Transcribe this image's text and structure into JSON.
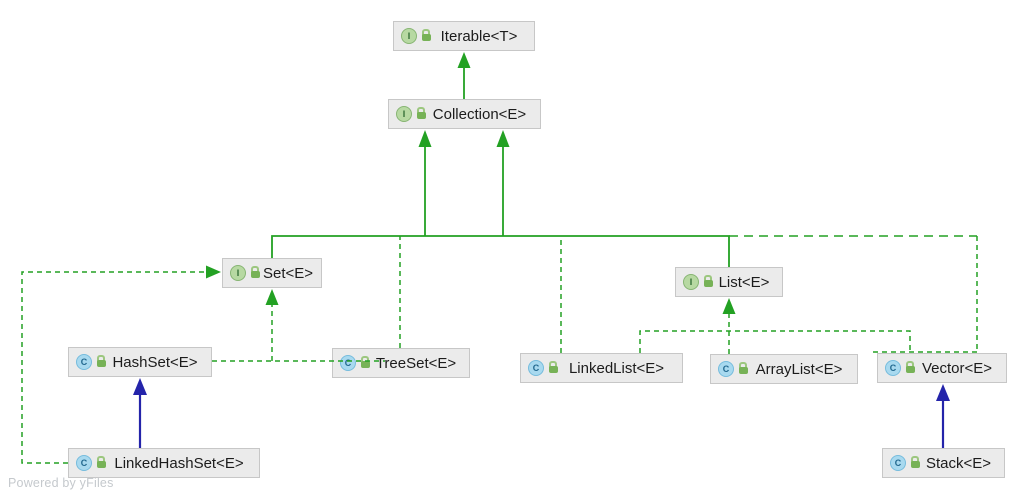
{
  "diagram": {
    "watermark": "Powered by yFiles",
    "icons": {
      "interface_letter": "I",
      "class_letter": "C"
    },
    "colors": {
      "interface_edge": "#23a123",
      "class_edge": "#2424aa",
      "node_fill": "#ebebeb",
      "node_border": "#c7c7c7",
      "interface_icon": "#b7d9a2",
      "class_icon": "#a8d9ef"
    },
    "nodes": [
      {
        "id": "iterable",
        "label": "Iterable<T>",
        "kind": "interface"
      },
      {
        "id": "collection",
        "label": "Collection<E>",
        "kind": "interface"
      },
      {
        "id": "set",
        "label": "Set<E>",
        "kind": "interface"
      },
      {
        "id": "list",
        "label": "List<E>",
        "kind": "interface"
      },
      {
        "id": "hashset",
        "label": "HashSet<E>",
        "kind": "class"
      },
      {
        "id": "treeset",
        "label": "TreeSet<E>",
        "kind": "class"
      },
      {
        "id": "linkedlist",
        "label": "LinkedList<E>",
        "kind": "class"
      },
      {
        "id": "arraylist",
        "label": "ArrayList<E>",
        "kind": "class"
      },
      {
        "id": "vector",
        "label": "Vector<E>",
        "kind": "class"
      },
      {
        "id": "linkedhashset",
        "label": "LinkedHashSet<E>",
        "kind": "class"
      },
      {
        "id": "stack",
        "label": "Stack<E>",
        "kind": "class"
      }
    ],
    "edges": [
      {
        "from": "Collection<E>",
        "to": "Iterable<T>",
        "type": "extends"
      },
      {
        "from": "Set<E>",
        "to": "Collection<E>",
        "type": "extends"
      },
      {
        "from": "List<E>",
        "to": "Collection<E>",
        "type": "extends"
      },
      {
        "from": "TreeSet<E>",
        "to": "Collection<E>",
        "type": "implements"
      },
      {
        "from": "LinkedList<E>",
        "to": "Collection<E>",
        "type": "implements"
      },
      {
        "from": "Vector<E>",
        "to": "Collection<E>",
        "type": "implements"
      },
      {
        "from": "HashSet<E>",
        "to": "Set<E>",
        "type": "implements"
      },
      {
        "from": "TreeSet<E>",
        "to": "Set<E>",
        "type": "implements"
      },
      {
        "from": "LinkedHashSet<E>",
        "to": "Set<E>",
        "type": "implements"
      },
      {
        "from": "LinkedList<E>",
        "to": "List<E>",
        "type": "implements"
      },
      {
        "from": "ArrayList<E>",
        "to": "List<E>",
        "type": "implements"
      },
      {
        "from": "Vector<E>",
        "to": "List<E>",
        "type": "implements"
      },
      {
        "from": "LinkedHashSet<E>",
        "to": "HashSet<E>",
        "type": "extends"
      },
      {
        "from": "Stack<E>",
        "to": "Vector<E>",
        "type": "extends"
      }
    ]
  }
}
